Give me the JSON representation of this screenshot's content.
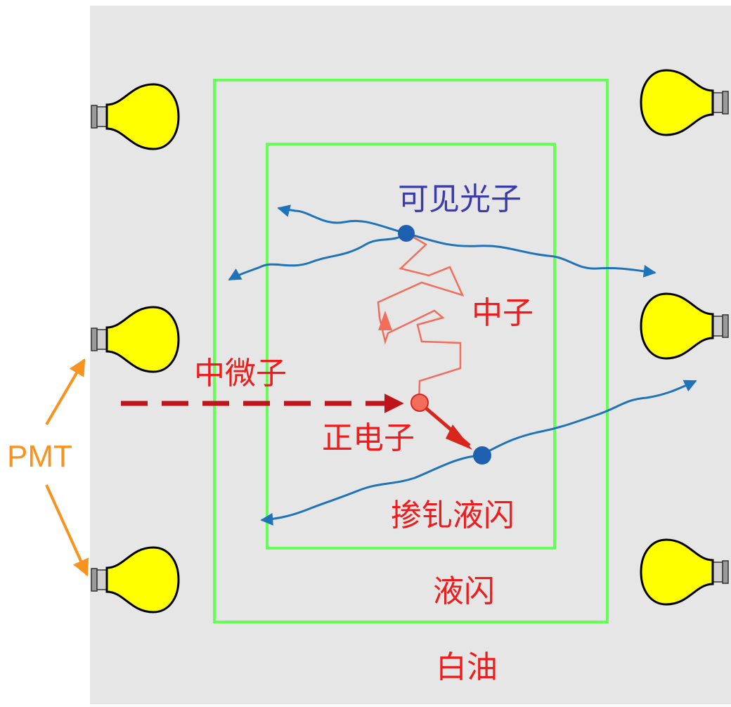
{
  "labels": {
    "visible_photon": "可见光子",
    "neutron": "中子",
    "neutrino": "中微子",
    "positron": "正电子",
    "gd_liquid_scintillator": "掺钆液闪",
    "liquid_scintillator": "液闪",
    "mineral_oil": "白油",
    "pmt": "PMT"
  },
  "colors": {
    "background_panel": "#e6e6e6",
    "detector_border": "#66ff55",
    "photon_track": "#1f73b8",
    "interaction_point": "#1f5fb0",
    "neutron_track": "#f26d5b",
    "neutrino_track": "#c0141c",
    "positron_track": "#d9261c",
    "pmt_bulb": "#ffff00",
    "pmt_arrow": "#f7931e",
    "label_red": "#ee1c1c",
    "label_blue": "#3c3ca8",
    "label_orange": "#f7931e"
  },
  "icons": {
    "pmt_left": "pmt-bulb-icon",
    "pmt_right": "pmt-bulb-icon"
  }
}
